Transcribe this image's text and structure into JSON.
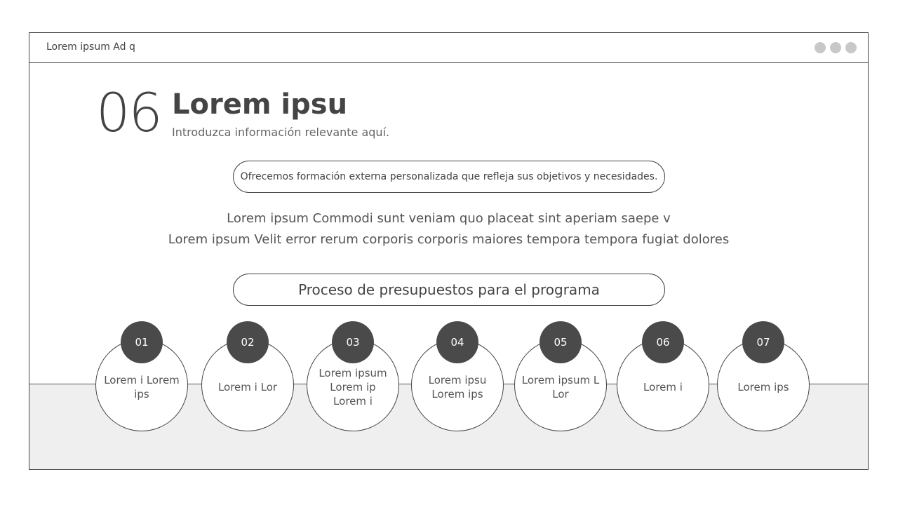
{
  "window": {
    "title": "Lorem ipsum Ad q",
    "controls": [
      "dot",
      "dot",
      "dot"
    ]
  },
  "header": {
    "number": "06",
    "title": "Lorem ipsu",
    "subtitle": "Introduzca información relevante aquí."
  },
  "banner_top": "Ofrecemos formación externa personalizada que refleja sus objetivos y necesidades.",
  "paragraph": {
    "line1": "Lorem ipsum Commodi sunt veniam quo placeat sint aperiam saepe v",
    "line2": "Lorem ipsum Velit error rerum corporis corporis maiores tempora tempora fugiat dolores"
  },
  "banner_process": "Proceso de presupuestos para el programa",
  "steps": [
    {
      "number": "01",
      "label": "Lorem i Lorem ips"
    },
    {
      "number": "02",
      "label": "Lorem i Lor"
    },
    {
      "number": "03",
      "label": "Lorem ipsum Lorem ip Lorem i"
    },
    {
      "number": "04",
      "label": "Lorem ipsu Lorem ips"
    },
    {
      "number": "05",
      "label": "Lorem ipsum L Lor"
    },
    {
      "number": "06",
      "label": "Lorem i"
    },
    {
      "number": "07",
      "label": "Lorem ips"
    }
  ],
  "colors": {
    "badge": "#4a4a4a",
    "band": "#efefef",
    "border": "#444444"
  }
}
